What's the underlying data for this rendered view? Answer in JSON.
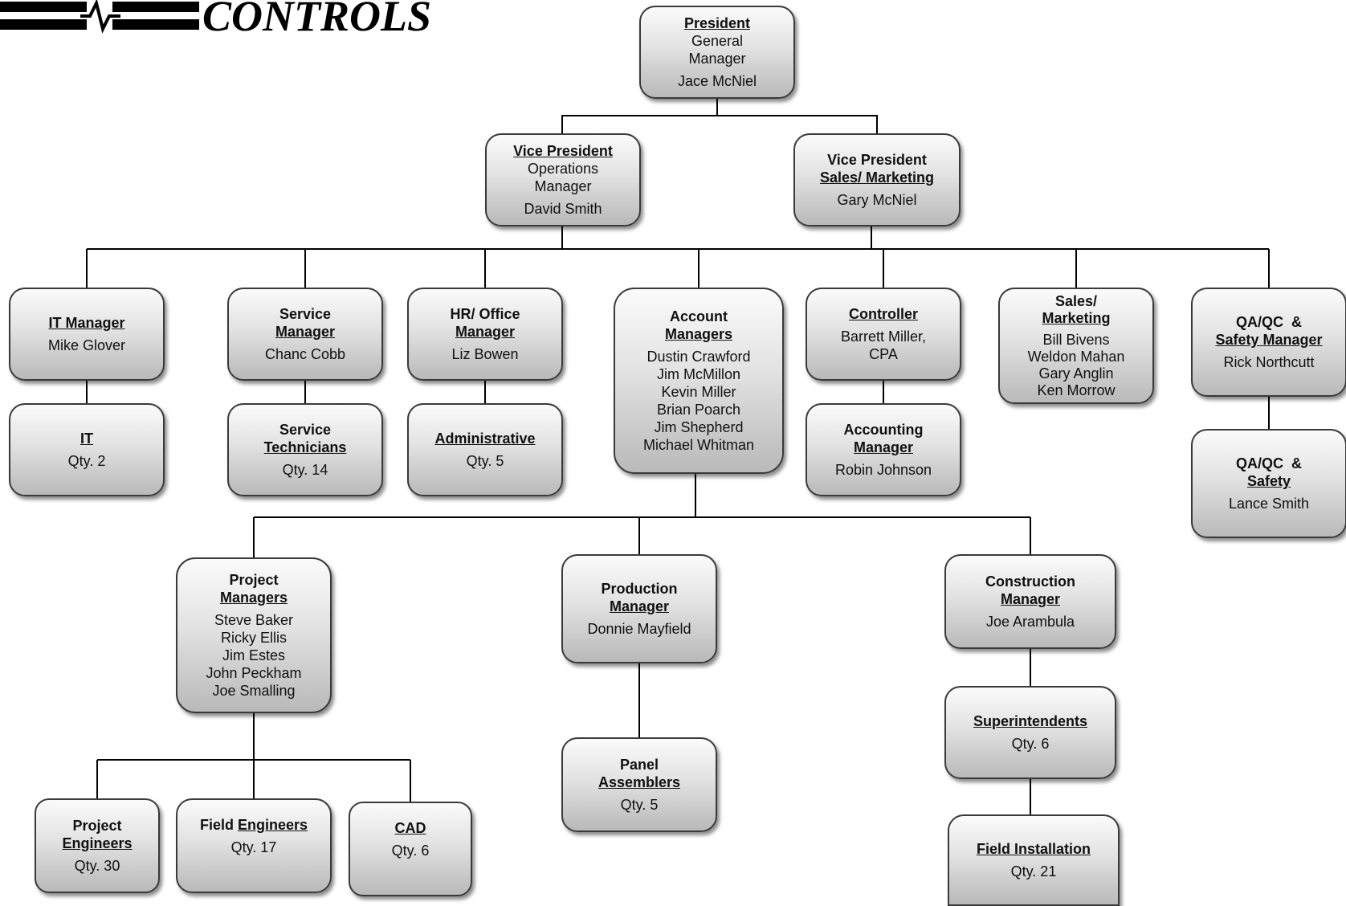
{
  "logo": {
    "text": "CONTROLS"
  },
  "boxes": {
    "president": {
      "title": "President",
      "line1": "General",
      "line2": "Manager",
      "name": "Jace McNiel"
    },
    "vp_ops": {
      "title": "Vice President",
      "line1": "Operations",
      "line2": "Manager",
      "name": "David Smith"
    },
    "vp_sales": {
      "title": "Vice President",
      "title2": "Sales/ Marketing",
      "name": "Gary McNiel"
    },
    "it_manager": {
      "title": "IT Manager",
      "name": "Mike Glover"
    },
    "it": {
      "title": "IT",
      "qty": "Qty. 2"
    },
    "service_manager": {
      "title": "Service",
      "title2": "Manager",
      "name": "Chanc Cobb"
    },
    "service_techs": {
      "title": "Service",
      "title2": "Technicians",
      "qty": "Qty. 14"
    },
    "hr_manager": {
      "title": "HR/ Office",
      "title2": "Manager",
      "name": "Liz Bowen"
    },
    "administrative": {
      "title": "Administrative",
      "qty": "Qty. 5"
    },
    "account_managers": {
      "title": "Account",
      "title2": "Managers",
      "names": [
        "Dustin Crawford",
        "Jim McMillon",
        "Kevin Miller",
        "Brian Poarch",
        "Jim Shepherd",
        "Michael Whitman"
      ]
    },
    "controller": {
      "title": "Controller",
      "line1": "Barrett Miller,",
      "line2": "CPA"
    },
    "accounting_manager": {
      "title": "Accounting",
      "title2": "Manager",
      "name": "Robin Johnson"
    },
    "sales_marketing": {
      "title": "Sales/",
      "title2": "Marketing",
      "names": [
        "Bill Bivens",
        "Weldon Mahan",
        "Gary Anglin",
        "Ken Morrow"
      ]
    },
    "qa_manager": {
      "title": "QA/QC  &",
      "title2": "Safety Manager",
      "name": "Rick Northcutt"
    },
    "qa_safety": {
      "title": "QA/QC  &",
      "title2": "Safety",
      "name": "Lance Smith"
    },
    "project_managers": {
      "title": "Project",
      "title2": "Managers",
      "names": [
        "Steve Baker",
        "Ricky Ellis",
        "Jim Estes",
        "John Peckham",
        "Joe Smalling"
      ]
    },
    "production_manager": {
      "title": "Production",
      "title2": "Manager",
      "name": "Donnie Mayfield"
    },
    "construction_manager": {
      "title": "Construction",
      "title2": "Manager",
      "name": "Joe Arambula"
    },
    "project_engineers": {
      "title": "Project",
      "title2": "Engineers",
      "qty": "Qty. 30"
    },
    "field_engineers": {
      "title_plain": "Field ",
      "title_u": "Engineers",
      "qty": "Qty. 17"
    },
    "cad": {
      "title": "CAD",
      "qty": "Qty. 6"
    },
    "panel_assemblers": {
      "title": "Panel",
      "title2": "Assemblers",
      "qty": "Qty. 5"
    },
    "superintendents": {
      "title": "Superintendents",
      "qty": "Qty. 6"
    },
    "field_installation": {
      "title": "Field Installation",
      "qty": "Qty. 21"
    }
  }
}
